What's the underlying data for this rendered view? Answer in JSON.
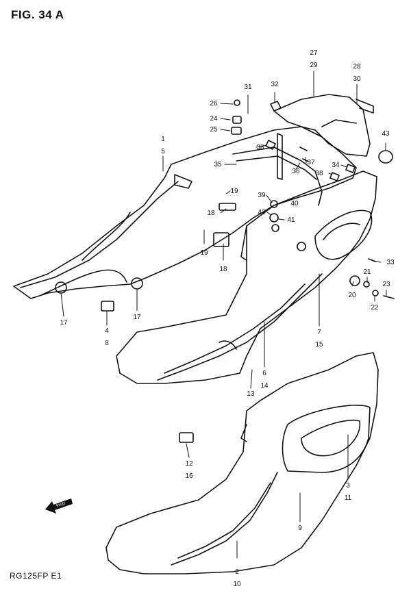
{
  "figure": {
    "title": "FIG. 34 A",
    "model_code": "RG125FP  E1",
    "fwd_label": "FWD"
  },
  "callouts": [
    {
      "id": "c1",
      "lines": [
        "1",
        "5"
      ]
    },
    {
      "id": "c2",
      "lines": [
        "2",
        "10"
      ]
    },
    {
      "id": "c3",
      "lines": [
        "3",
        "11"
      ]
    },
    {
      "id": "c4",
      "lines": [
        "4",
        "8"
      ]
    },
    {
      "id": "c5",
      "lines": [
        "6",
        "14"
      ]
    },
    {
      "id": "c6",
      "lines": [
        "7",
        "15"
      ]
    },
    {
      "id": "c7",
      "lines": [
        "9"
      ]
    },
    {
      "id": "c8",
      "lines": [
        "12",
        "16"
      ]
    },
    {
      "id": "c9",
      "lines": [
        "13"
      ]
    },
    {
      "id": "c10",
      "lines": [
        "17"
      ]
    },
    {
      "id": "c11",
      "lines": [
        "17"
      ]
    },
    {
      "id": "c12",
      "lines": [
        "18"
      ]
    },
    {
      "id": "c13",
      "lines": [
        "18"
      ]
    },
    {
      "id": "c14",
      "lines": [
        "19"
      ]
    },
    {
      "id": "c15",
      "lines": [
        "19"
      ]
    },
    {
      "id": "c16",
      "lines": [
        "20"
      ]
    },
    {
      "id": "c17",
      "lines": [
        "21"
      ]
    },
    {
      "id": "c18",
      "lines": [
        "22"
      ]
    },
    {
      "id": "c19",
      "lines": [
        "23"
      ]
    },
    {
      "id": "c20",
      "lines": [
        "24"
      ]
    },
    {
      "id": "c21",
      "lines": [
        "25"
      ]
    },
    {
      "id": "c22",
      "lines": [
        "26"
      ]
    },
    {
      "id": "c23",
      "lines": [
        "27",
        "29"
      ]
    },
    {
      "id": "c24",
      "lines": [
        "28",
        "30"
      ]
    },
    {
      "id": "c25",
      "lines": [
        "31"
      ]
    },
    {
      "id": "c26",
      "lines": [
        "32"
      ]
    },
    {
      "id": "c27",
      "lines": [
        "33"
      ]
    },
    {
      "id": "c28",
      "lines": [
        "34"
      ]
    },
    {
      "id": "c29",
      "lines": [
        "35"
      ]
    },
    {
      "id": "c30",
      "lines": [
        "36"
      ]
    },
    {
      "id": "c31",
      "lines": [
        "37"
      ]
    },
    {
      "id": "c32",
      "lines": [
        "38"
      ]
    },
    {
      "id": "c33",
      "lines": [
        "38"
      ]
    },
    {
      "id": "c34",
      "lines": [
        "39"
      ]
    },
    {
      "id": "c35",
      "lines": [
        "40"
      ]
    },
    {
      "id": "c36",
      "lines": [
        "41"
      ]
    },
    {
      "id": "c37",
      "lines": [
        "42"
      ]
    },
    {
      "id": "c38",
      "lines": [
        "43"
      ]
    }
  ]
}
